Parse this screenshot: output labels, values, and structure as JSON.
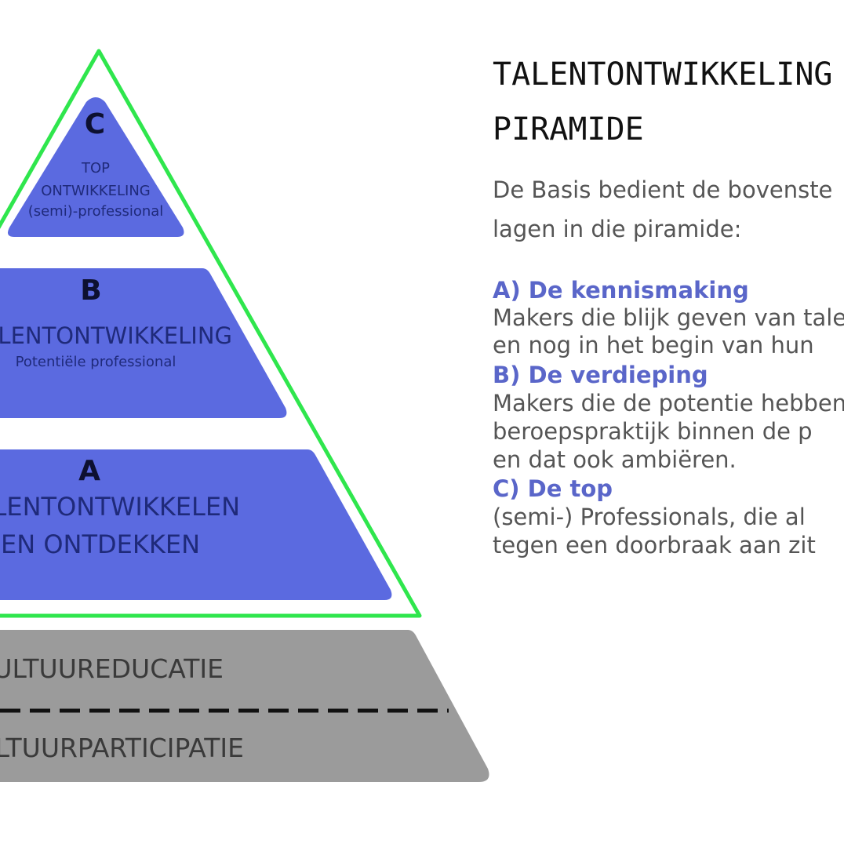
{
  "colors": {
    "outline": "#2fe64d",
    "layer": "#5b6ae0",
    "base": "#9b9b9b"
  },
  "pyramid": {
    "c": {
      "letter": "C",
      "line1": "TOP",
      "line2": "ONTWIKKELING",
      "line3": "(semi)-professional"
    },
    "b": {
      "letter": "B",
      "line1": "TALENTONTWIKKELING",
      "line2": "Potentiële professional"
    },
    "a": {
      "letter": "A",
      "line1": "TALENTONTWIKKELEN",
      "line2": "EN ONTDEKKEN"
    },
    "base": {
      "top": "CULTUUREDUCATIE",
      "bottom": "CULTUURPARTICIPATIE"
    }
  },
  "text": {
    "title_line1": "TALENTONTWIKKELING",
    "title_line2": "PIRAMIDE",
    "intro_line1": "De Basis bedient de bovenste",
    "intro_line2": "lagen in die piramide:",
    "sections": [
      {
        "heading": "A) De kennismaking",
        "lines": [
          "Makers die blijk geven van talent",
          "en nog in het begin van hun"
        ]
      },
      {
        "heading": "B) De verdieping",
        "lines": [
          "Makers die de potentie hebben",
          "beroepspraktijk binnen de p",
          "en dat ook ambiëren."
        ]
      },
      {
        "heading": "C) De top",
        "lines": [
          "(semi-) Professionals, die al",
          "tegen een doorbraak aan zit"
        ]
      }
    ]
  }
}
